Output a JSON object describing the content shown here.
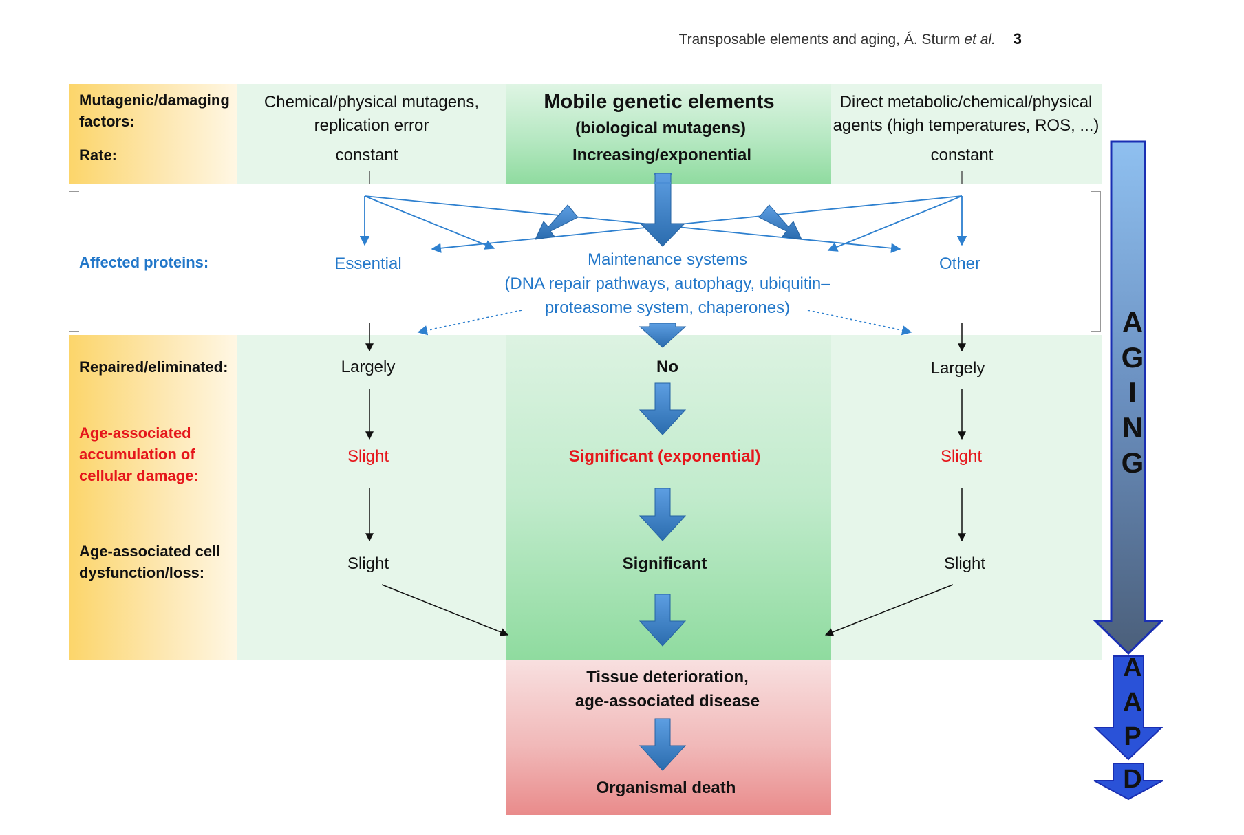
{
  "header": {
    "running_title": "Transposable elements and aging, Á. Sturm",
    "running_title_etal": "et al.",
    "page_number": "3"
  },
  "row_labels": {
    "mutagenic_line1": "Mutagenic/damaging",
    "mutagenic_line2": "factors:",
    "rate": "Rate:",
    "affected": "Affected proteins:",
    "repaired": "Repaired/eliminated:",
    "accum_line1": "Age-associated",
    "accum_line2": "accumulation of",
    "accum_line3": "cellular damage:",
    "dysf_line1": "Age-associated cell",
    "dysf_line2": "dysfunction/loss:"
  },
  "columns": {
    "left": {
      "factor_line1": "Chemical/physical mutagens,",
      "factor_line2": "replication error",
      "rate": "constant",
      "protein": "Essential",
      "repaired": "Largely",
      "accumulation": "Slight",
      "dysfunction": "Slight"
    },
    "center": {
      "factor_line1": "Mobile genetic elements",
      "factor_line2": "(biological mutagens)",
      "rate": "Increasing/exponential",
      "protein_line1": "Maintenance systems",
      "protein_line2": "(DNA repair pathways, autophagy, ubiquitin–",
      "protein_line3": "proteasome system, chaperones)",
      "repaired": "No",
      "accumulation": "Significant (exponential)",
      "dysfunction": "Significant"
    },
    "right": {
      "factor_line1": "Direct metabolic/chemical/physical",
      "factor_line2": "agents  (high temperatures, ROS, ...)",
      "rate": "constant",
      "protein": "Other",
      "repaired": "Largely",
      "accumulation": "Slight",
      "dysfunction": "Slight"
    }
  },
  "outcomes": {
    "tissue_line1": "Tissue deterioration,",
    "tissue_line2": "age-associated disease",
    "death": "Organismal death"
  },
  "aging_arrow": {
    "letters": [
      "A",
      "G",
      "I",
      "N",
      "G"
    ],
    "aapd_letters": [
      "A",
      "A",
      "P",
      "D"
    ]
  },
  "colors": {
    "blue_text": "#2277c9",
    "red_text": "#e5161b",
    "arrow_blue": "#2e73b8"
  }
}
